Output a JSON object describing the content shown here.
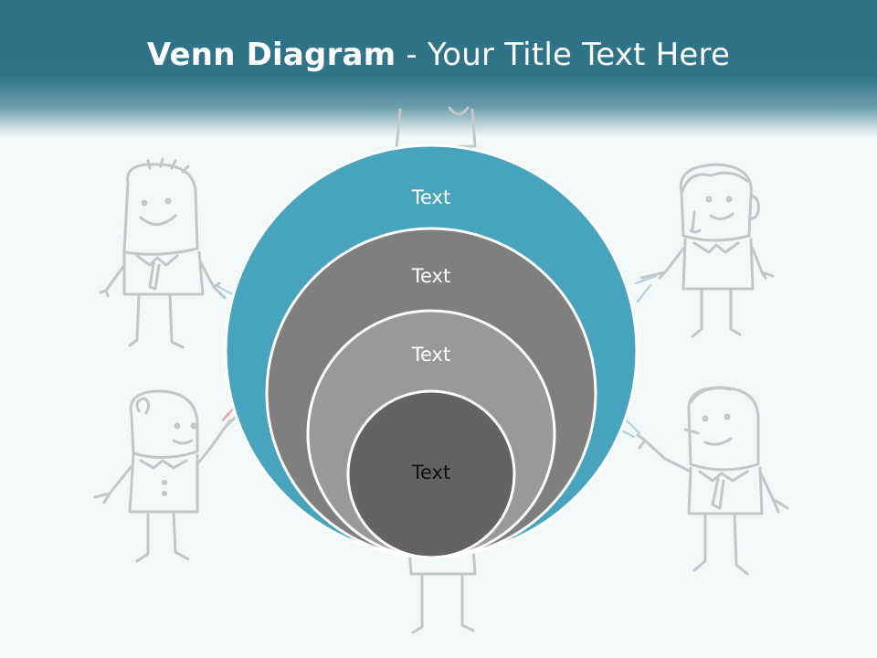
{
  "title": {
    "bold": "Venn Diagram",
    "separator": " - ",
    "rest": "Your Title Text Here"
  },
  "diagram": {
    "circles": [
      {
        "label": "Text",
        "fill": "#48a3bd",
        "text_color": "#ffffff"
      },
      {
        "label": "Text",
        "fill": "#7f7f7f",
        "text_color": "#ffffff"
      },
      {
        "label": "Text",
        "fill": "#999999",
        "text_color": "#ffffff"
      },
      {
        "label": "Text",
        "fill": "#636363",
        "text_color": "#111111"
      }
    ]
  },
  "colors": {
    "header": "#2e7388",
    "background": "#f3f8f9",
    "doodle_stroke": "#c4c7c8",
    "circle_border": "#ffffff"
  }
}
